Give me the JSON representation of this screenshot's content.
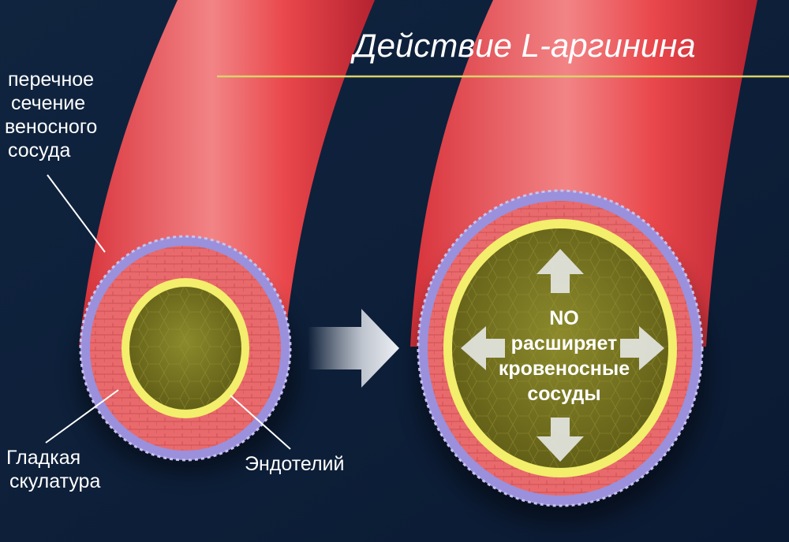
{
  "title": "Действие L-аргинина",
  "labels": {
    "cross_section": [
      "перечное",
      "сечение",
      "веносного",
      "сосуда"
    ],
    "smooth_muscle": [
      "Гладкая",
      "скулатура"
    ],
    "endothelium": "Эндотелий"
  },
  "no_effect": [
    "NO",
    "расширяет",
    "кровеносные",
    "сосуды"
  ],
  "colors": {
    "background": "#0f2440",
    "vessel_red": "#e8484a",
    "muscle_pink": "#e96a6c",
    "outer_layer": "#9a90dc",
    "endothelium_yellow": "#f3ee6c",
    "lumen_olive": "#7c7a24",
    "title_line": "#d9d36a"
  }
}
